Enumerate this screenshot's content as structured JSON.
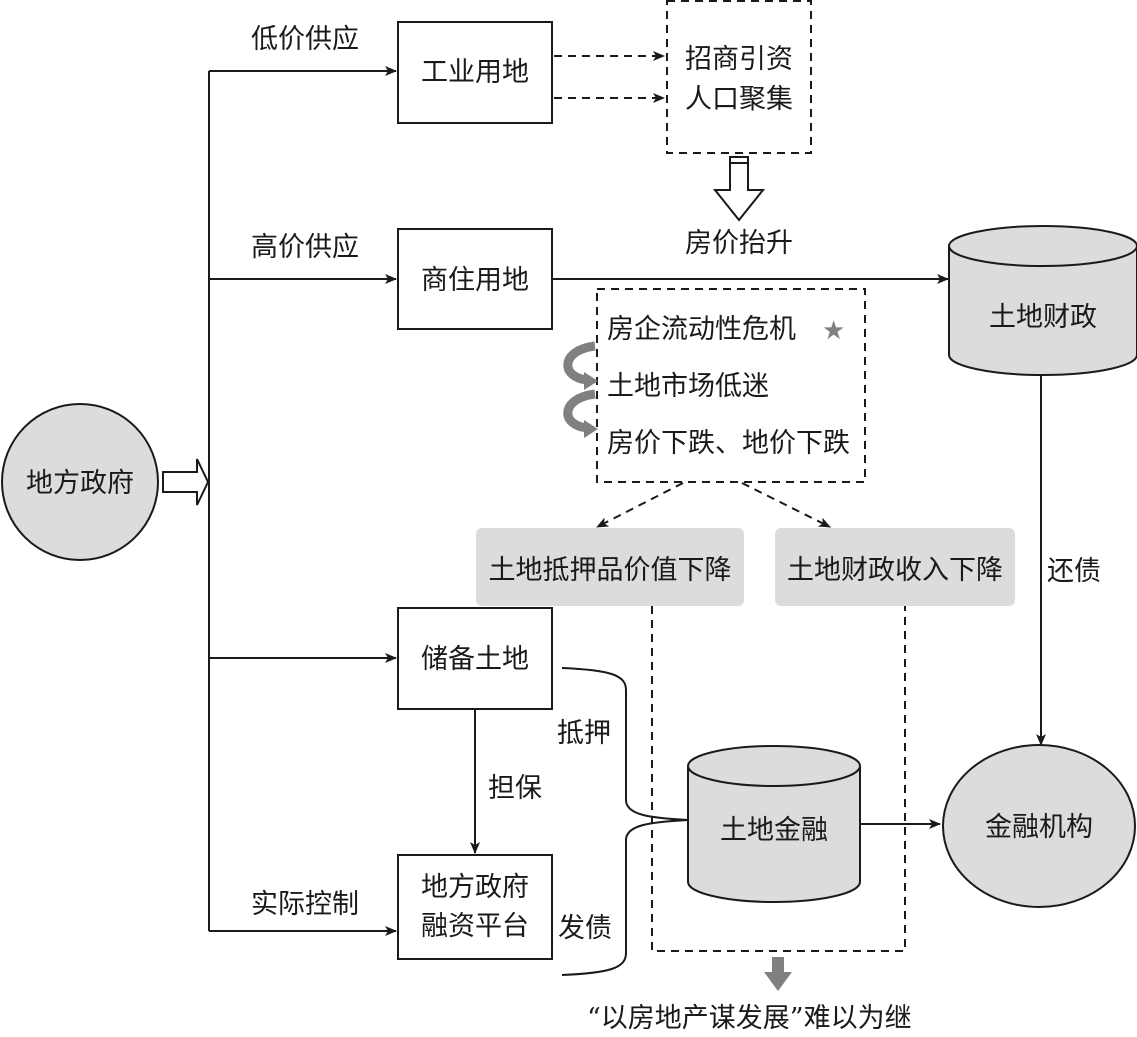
{
  "diagram": {
    "nodes": {
      "local_gov": "地方政府",
      "industrial_land": "工业用地",
      "commercial_land": "商住用地",
      "reserve_land": "储备土地",
      "financing_platform_line1": "地方政府",
      "financing_platform_line2": "融资平台",
      "attract_line1": "招商引资",
      "attract_line2": "人口聚集",
      "land_finance": "土地财政",
      "land_financing": "土地金融",
      "financial_institution": "金融机构",
      "collateral_drop": "土地抵押品价值下降",
      "revenue_drop": "土地财政收入下降",
      "crisis_items": [
        "房企流动性危机",
        "土地市场低迷",
        "房价下跌、地价下跌"
      ],
      "conclusion": "“以房地产谋发展”难以为继"
    },
    "edge_labels": {
      "low_price": "低价供应",
      "high_price": "高价供应",
      "actual_control": "实际控制",
      "house_price_rise": "房价抬升",
      "guarantee": "担保",
      "mortgage": "抵押",
      "bond_issue": "发债",
      "repay": "还债"
    },
    "icons": {
      "star": "★"
    },
    "colors": {
      "node_fill": "#dcdcdc",
      "accent_gray": "#808080",
      "line": "#1a1a1a"
    }
  }
}
